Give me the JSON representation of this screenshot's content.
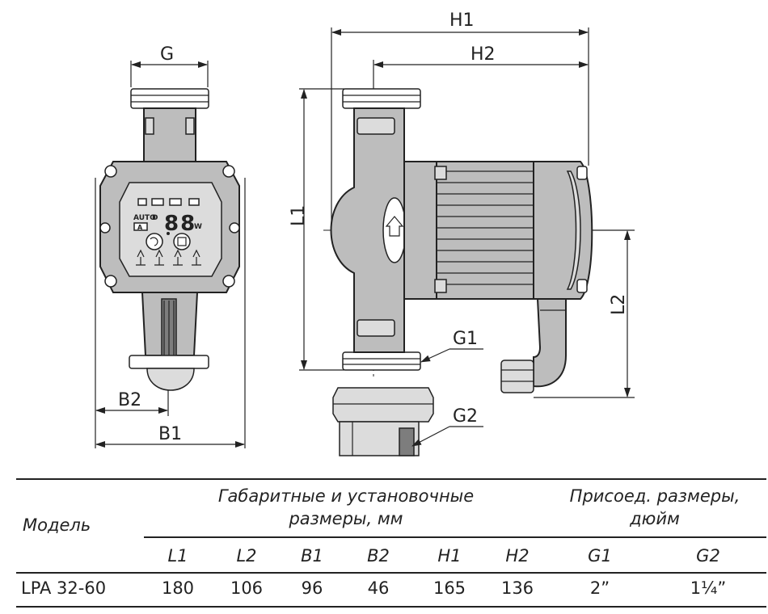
{
  "dimension_labels": {
    "G": "G",
    "B1": "B1",
    "B2": "B2",
    "H1": "H1",
    "H2": "H2",
    "L1": "L1",
    "L2": "L2",
    "G1": "G1",
    "G2": "G2"
  },
  "display": {
    "digits": "88",
    "auto": "AUTO",
    "d": "D",
    "a": "A",
    "w": "W"
  },
  "table": {
    "model_header": "Модель",
    "dims_header_line1": "Габаритные и установочные",
    "dims_header_line2": "размеры, мм",
    "conn_header_line1": "Присоед. размеры,",
    "conn_header_line2": "дюйм",
    "columns": [
      "L1",
      "L2",
      "B1",
      "B2",
      "H1",
      "H2",
      "G1",
      "G2"
    ],
    "rows": [
      {
        "model": "LPA 32-60",
        "values": [
          "180",
          "106",
          "96",
          "46",
          "165",
          "136",
          "2”",
          "1¼”"
        ]
      }
    ]
  }
}
